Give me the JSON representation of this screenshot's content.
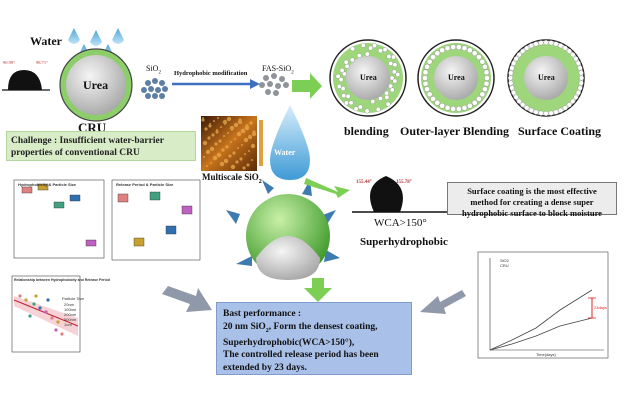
{
  "labels": {
    "water_top": "Water",
    "urea_cru": "Urea",
    "cru": "CRU",
    "sio2": "SiO2",
    "hydrophobic_modification": "Hydrophobic modification",
    "fas_sio2": "FAS-SiO2",
    "urea_blend": "Urea",
    "urea_outer": "Urea",
    "urea_coat": "Urea",
    "blending": "blending",
    "outer_layer_blending": "Outer-layer Blending",
    "surface_coating": "Surface Coating",
    "multiscale_sio2": "Multiscale SiO2",
    "water_drop": "Water",
    "wca_left": "155.44°",
    "wca_right": "155.78°",
    "wca_gt": "WCA>150°",
    "superhydrophobic": "Superhydrophobic",
    "droplet_left_angle": "90.99°",
    "droplet_right_angle": "98.71°"
  },
  "challenge": {
    "line1": "Challenge : Insufficient water-barrier",
    "line2": "properties of conventional CRU"
  },
  "surface_note": {
    "line1": "Surface coating is the most effective",
    "line2": "method for creating a dense super",
    "line3": "hydrophobic surface to block moisture"
  },
  "best_performance": {
    "line1": "Bast performance :",
    "line2": "20 nm SiO2, Form the densest coating,",
    "line3": "Superhydrophobic(WCA>150°),",
    "line4": "The controlled release period has been",
    "line5": "extended by 23 days."
  },
  "mini_plots": {
    "plot1_title": "Hydrophobicity & Particle Size",
    "plot2_title": "Release Period & Particle Size",
    "plot3_title": "Relationship between Hydrophobicity and Release Period",
    "plot3_legend_title": "Particle Size",
    "plot3_legend": [
      "20nm",
      "100nm",
      "200nm",
      "500nm",
      "1um"
    ]
  },
  "release_chart": {
    "legend": [
      "SiO2",
      "CRU"
    ],
    "annotation": "23days",
    "xlabel": "Time(days)"
  },
  "colors": {
    "green_shell": "#8ccf6a",
    "challenge_bg": "#d8ecc8",
    "best_bg": "#a9c0e8",
    "arrow_blue": "#3f6fbf",
    "arrow_gray": "#8f99aa",
    "arrow_green": "#7ccf54"
  }
}
